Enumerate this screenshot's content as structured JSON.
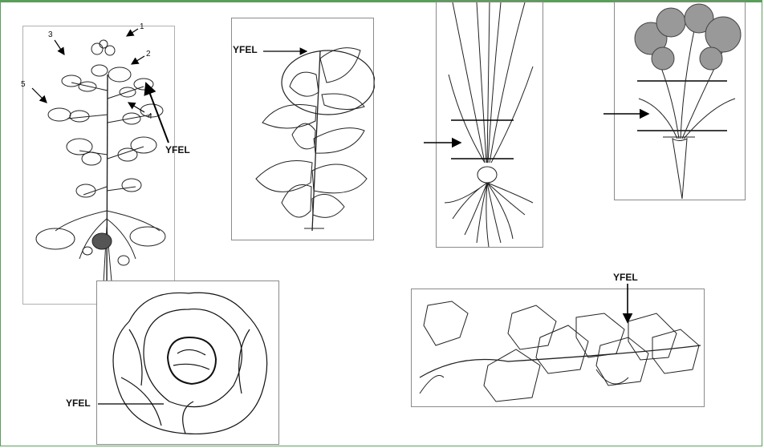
{
  "labels": {
    "potato_yfel": "YFEL",
    "potato_numbers": [
      "1",
      "2",
      "3",
      "4",
      "5"
    ],
    "bean_yfel": "YFEL",
    "cabbage_yfel": "YFEL",
    "cucurbit_yfel": "YFEL"
  },
  "colors": {
    "frame": "#5a9e5a",
    "ink": "#111111",
    "panel_border": "#8a8a8a"
  }
}
